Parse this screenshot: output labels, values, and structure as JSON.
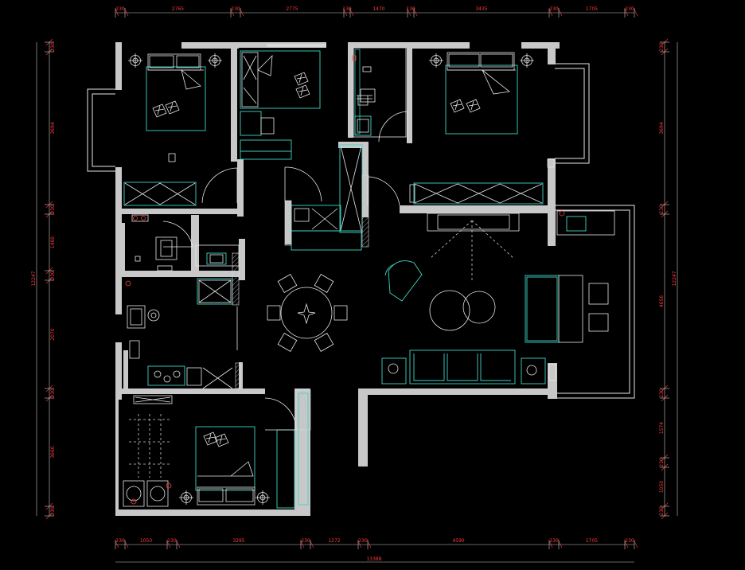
{
  "dimensions": {
    "top": [
      "230",
      "2765",
      "230",
      "2775",
      "130",
      "1470",
      "130",
      "3435",
      "230",
      "1705",
      "230"
    ],
    "bottom": [
      "230",
      "1050",
      "230",
      "3295",
      "230",
      "1272",
      "230",
      "4590",
      "230",
      "1705",
      "230"
    ],
    "bottom_total": "13388",
    "left": [
      "230",
      "3694",
      "230",
      "1460",
      "230",
      "2070",
      "230",
      "3660",
      "230"
    ],
    "left_total": "12247",
    "right": [
      "230",
      "3694",
      "230",
      "4656",
      "230",
      "1574",
      "230",
      "1050",
      "230"
    ],
    "right_total": "12247"
  },
  "colors": {
    "background": "#000000",
    "dimension_text": "#ff3b3b",
    "wall": "#c8c8c8",
    "furniture": "#3fd6c6",
    "fixtures": "#e8e8e8"
  },
  "symbols": {
    "bed": "bed-icon",
    "pillow": "pillow-icon",
    "lamp": "lamp-icon",
    "sofa": "sofa-icon",
    "dining": "dining-table-icon",
    "toilet": "toilet-icon",
    "sink": "sink-icon",
    "stove": "stove-icon",
    "washer": "washer-icon"
  }
}
